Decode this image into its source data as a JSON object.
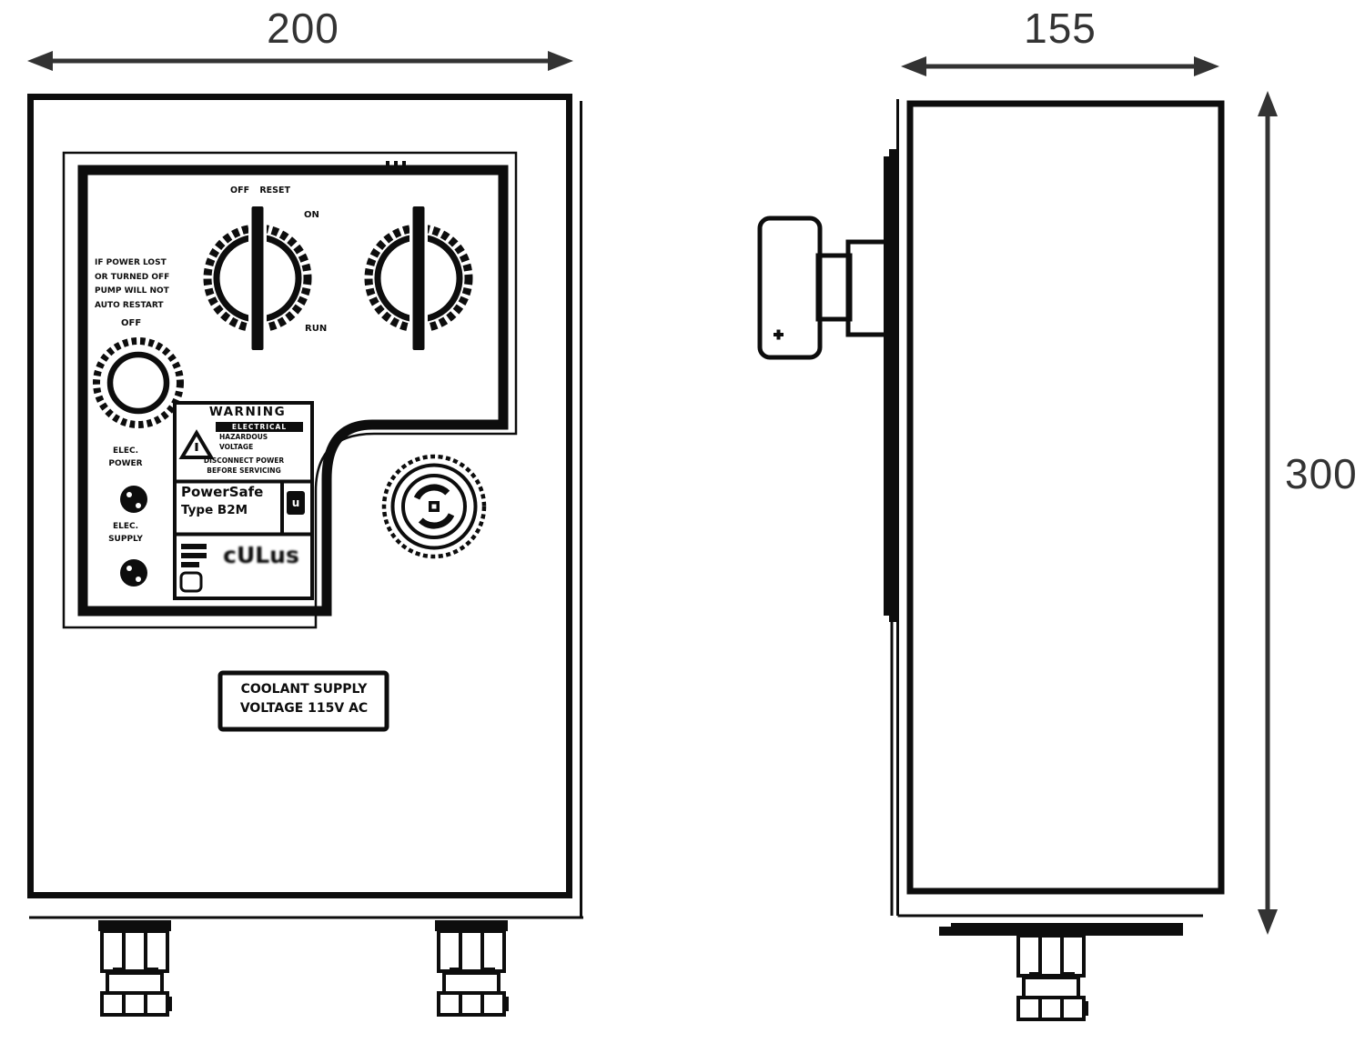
{
  "dimensions": {
    "width_mm": "200",
    "depth_mm": "155",
    "height_mm": "300"
  },
  "front": {
    "switch": {
      "top": "OFF RESET",
      "right_upper": "ON",
      "right_lower": "RUN"
    },
    "notice": {
      "l1": "IF POWER LOST",
      "l2": "OR TURNED OFF",
      "l3": "PUMP WILL NOT",
      "l4": "AUTO RESTART",
      "below": "OFF"
    },
    "screw1": {
      "l1": "ELEC.",
      "l2": "POWER"
    },
    "screw2": {
      "l1": "ELEC.",
      "l2": "SUPPLY"
    },
    "warning": {
      "title": "WARNING",
      "subtitle": "ELECTRICAL",
      "l1": "HAZARDOUS",
      "l2": "VOLTAGE",
      "l3": "DISCONNECT POWER",
      "l4": "BEFORE SERVICING"
    },
    "product": {
      "brand": "PowerSafe",
      "type": "Type B2M",
      "ul": "u"
    },
    "cert": {
      "mark": "cULus"
    },
    "supply": {
      "l1": "COOLANT SUPPLY",
      "l2": "VOLTAGE 115V AC"
    }
  }
}
